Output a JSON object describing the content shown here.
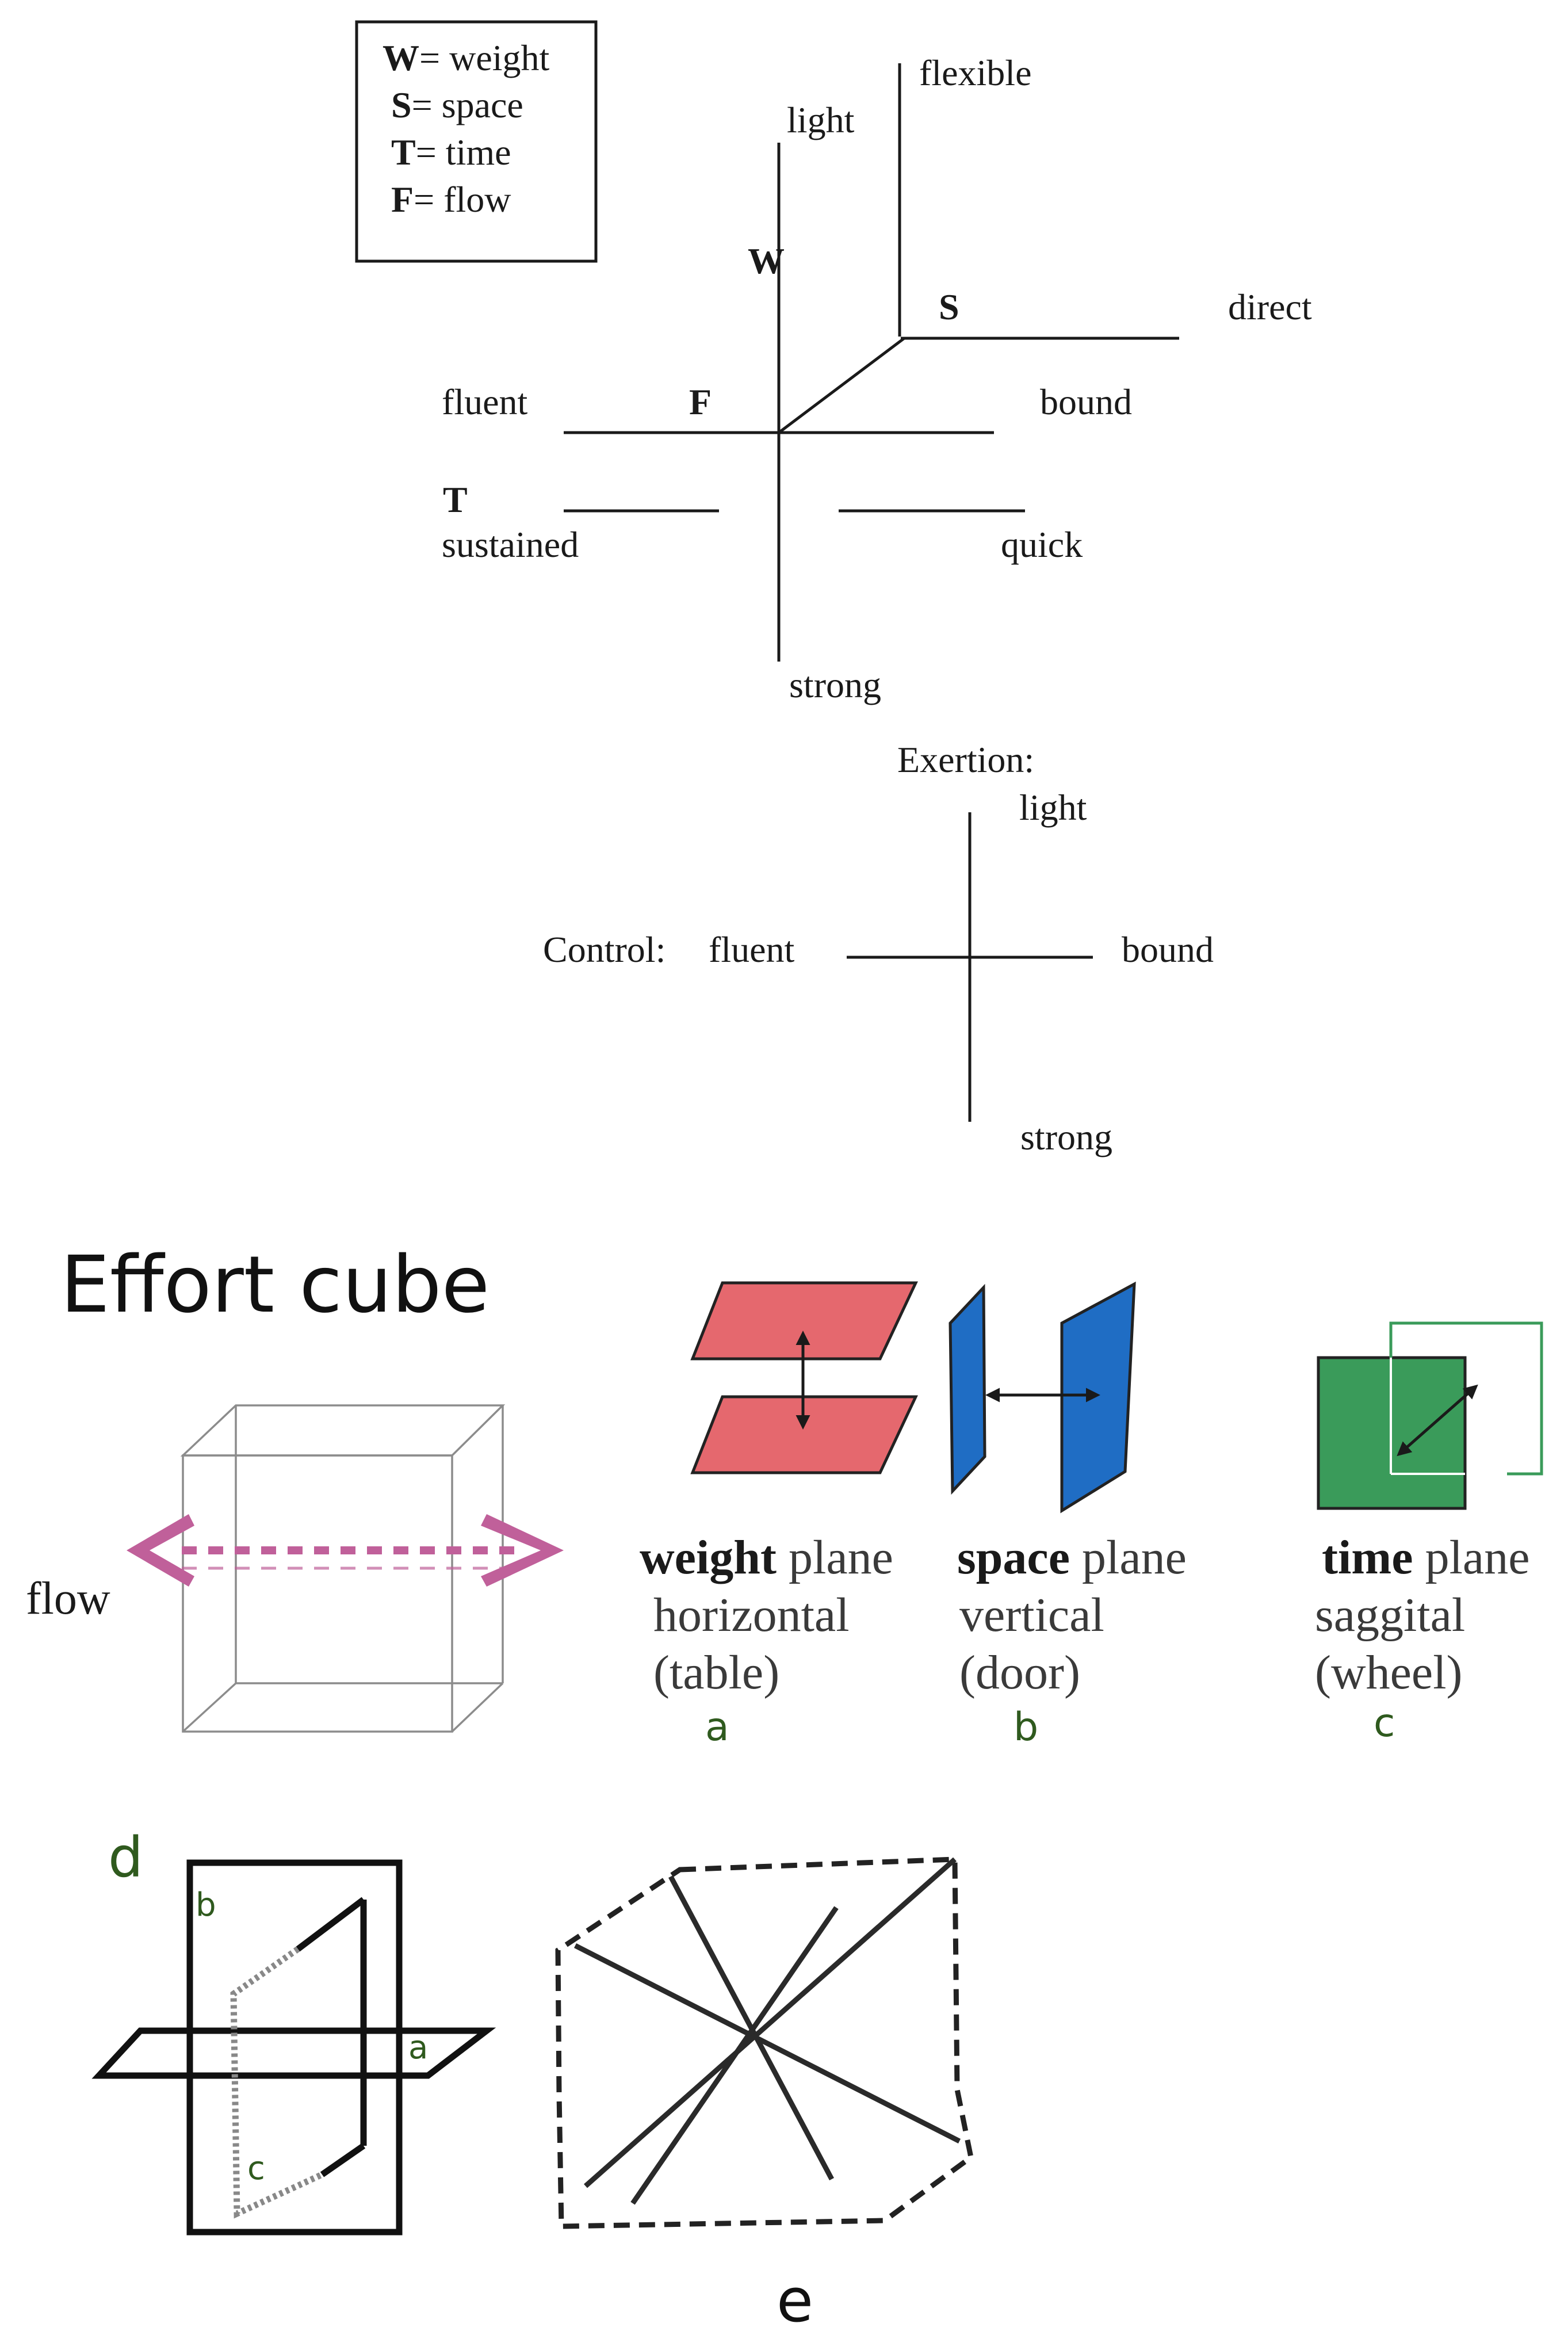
{
  "legend": {
    "w_key": "W",
    "w_text": "= weight",
    "s_key": "S",
    "s_text": "= space",
    "t_key": "T",
    "t_text": "= time",
    "f_key": "F",
    "f_text": "= flow"
  },
  "axes_3d": {
    "light": "light",
    "flexible": "flexible",
    "w_letter": "W",
    "s_letter": "S",
    "direct": "direct",
    "fluent": "fluent",
    "f_letter": "F",
    "bound": "bound",
    "t_letter": "T",
    "sustained": "sustained",
    "quick": "quick",
    "strong": "strong"
  },
  "axes_2d": {
    "exertion": "Exertion:",
    "light": "light",
    "control": "Control:",
    "fluent": "fluent",
    "bound": "bound",
    "strong": "strong"
  },
  "effort_cube": {
    "title": "Effort cube",
    "flow_label": "flow",
    "flow_color": "#c0609a"
  },
  "planes": [
    {
      "bold": "weight",
      "rest": " plane",
      "line2": "horizontal",
      "line3": "(table)",
      "letter": "a",
      "color": "#e5686e"
    },
    {
      "bold": "space",
      "rest": " plane",
      "line2": "vertical",
      "line3": "(door)",
      "letter": "b",
      "color": "#1f6dc4"
    },
    {
      "bold": "time",
      "rest": " plane",
      "line2": "saggital",
      "line3": "(wheel)",
      "letter": "c",
      "color": "#3a9b5a"
    }
  ],
  "figure_d": {
    "label": "d",
    "b": "b",
    "a": "a",
    "c": "c"
  },
  "figure_e": {
    "label": "e"
  }
}
